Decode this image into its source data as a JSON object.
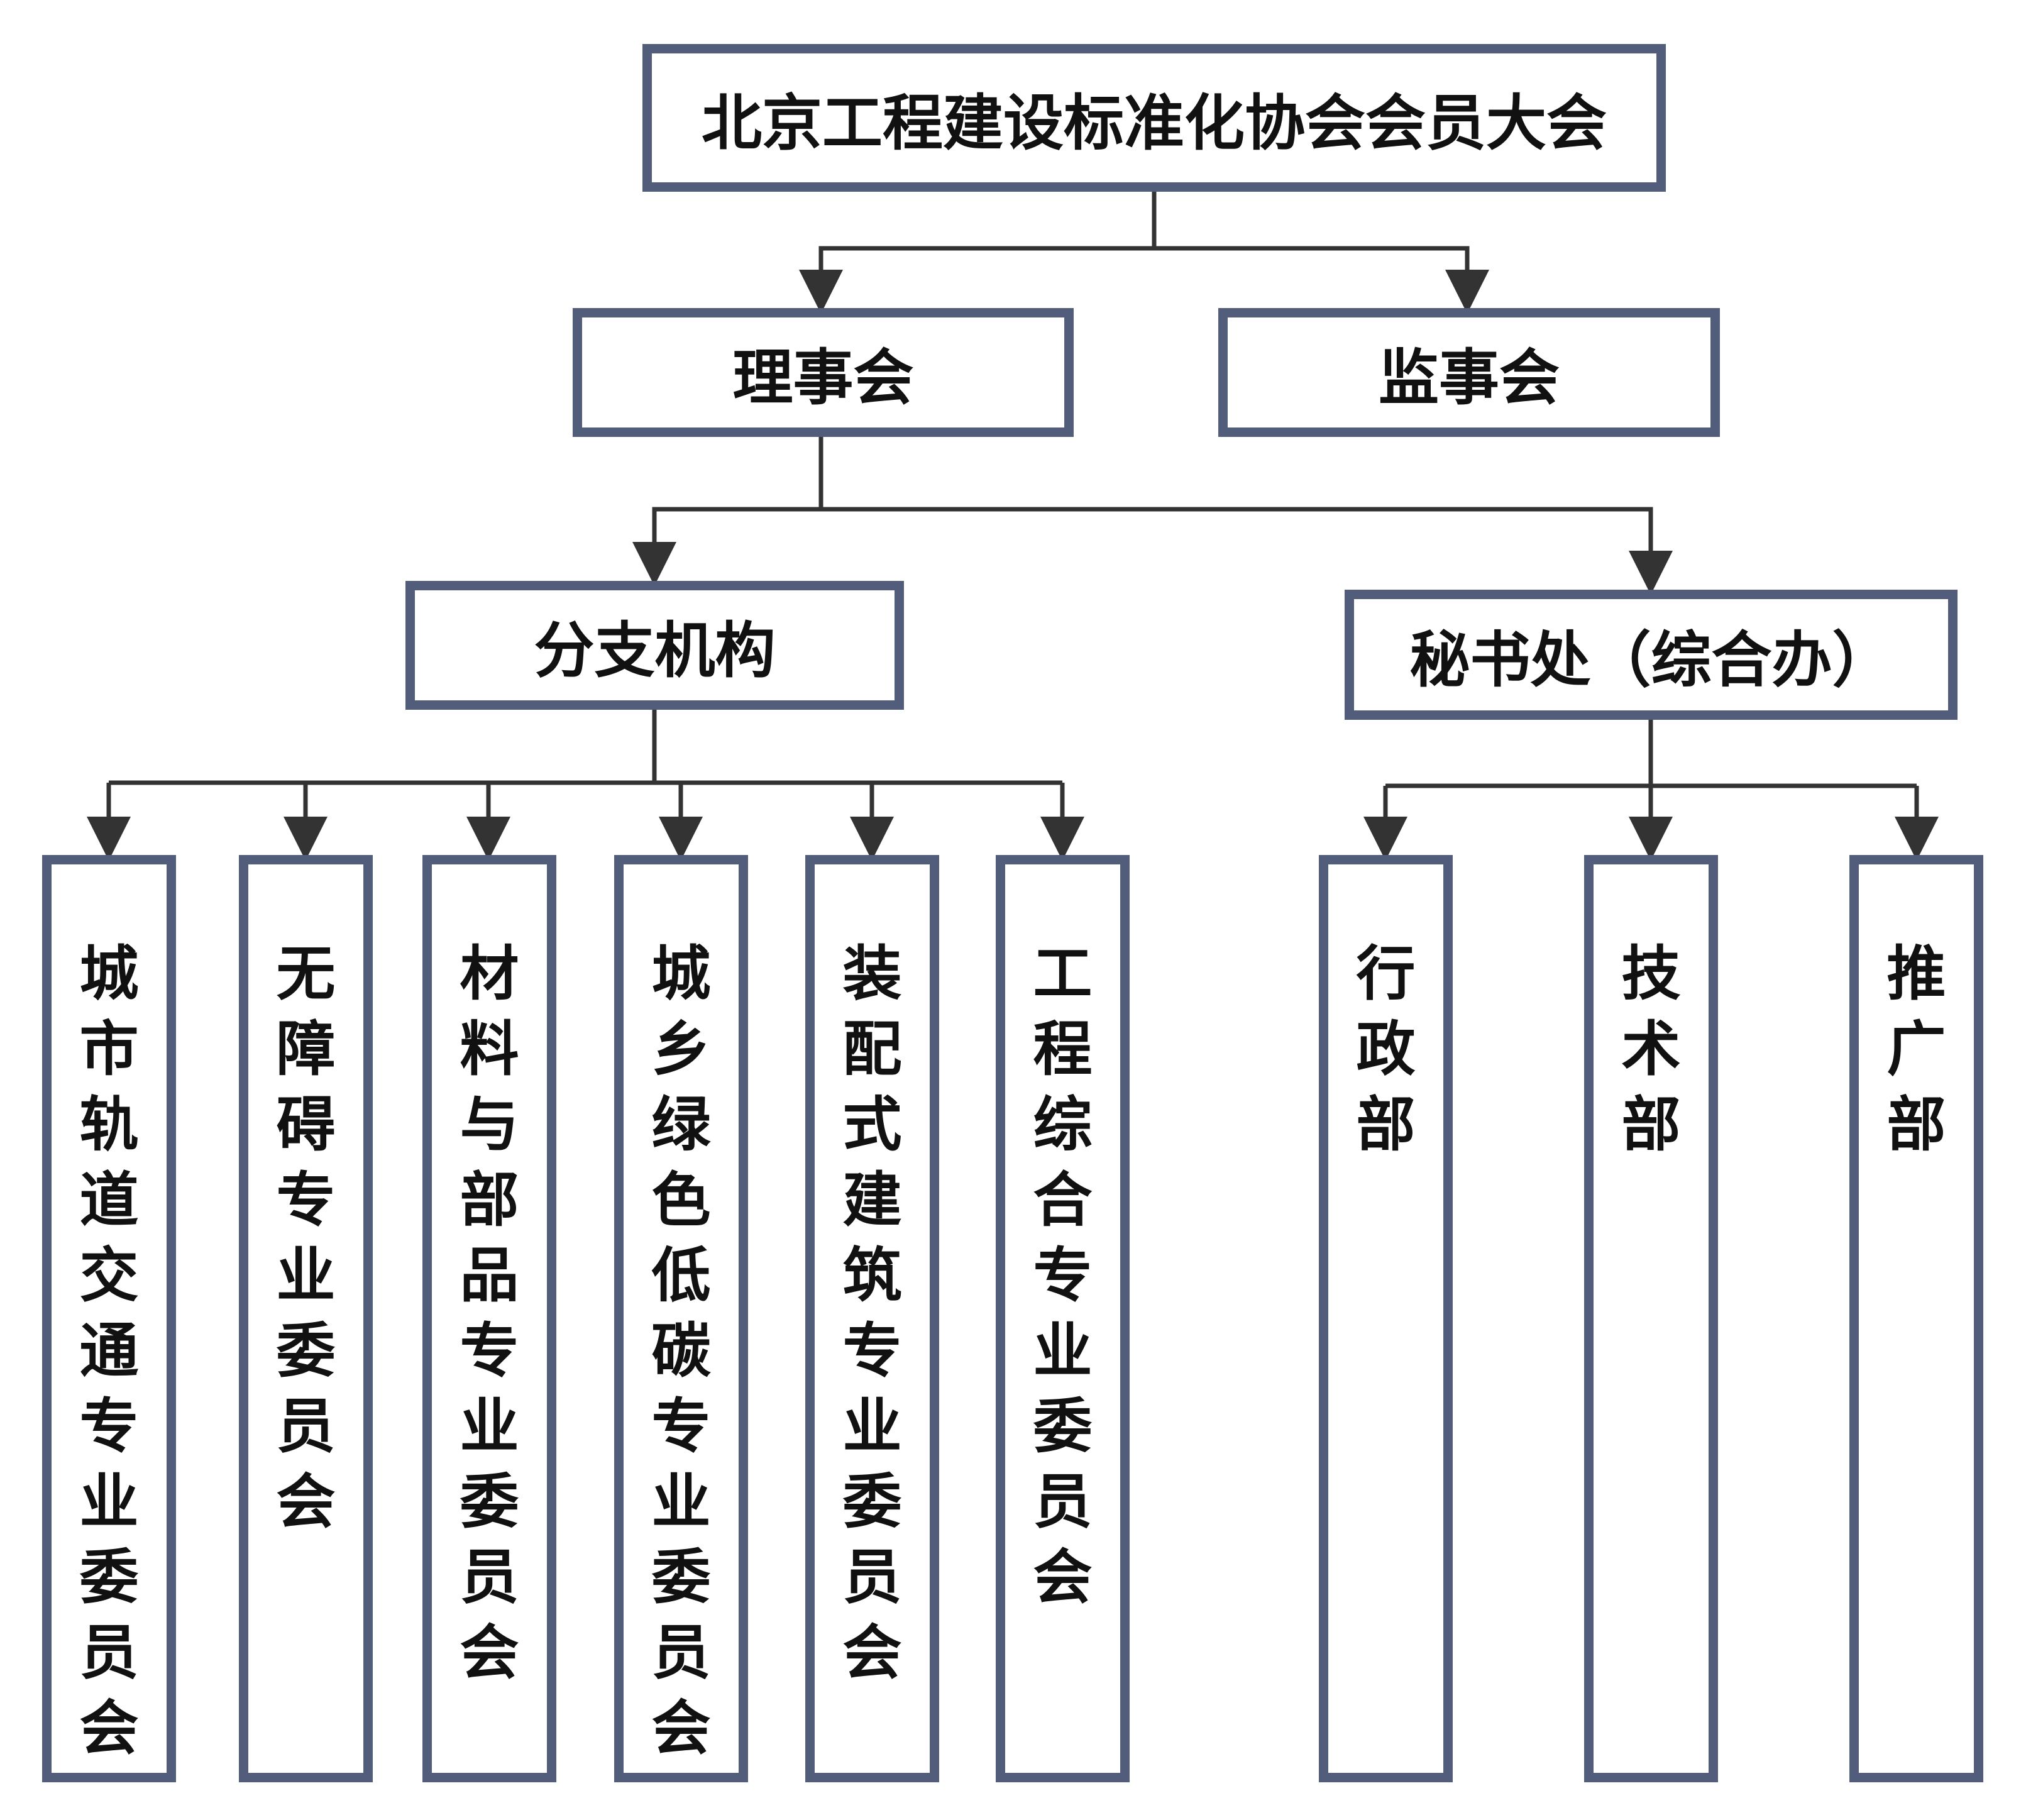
{
  "colors": {
    "border": "#525D7C",
    "connector": "#333333",
    "text": "#111111"
  },
  "nodes": {
    "assembly": "北京工程建设标准化协会会员大会",
    "council": "理事会",
    "supervisory": "监事会",
    "branches": "分支机构",
    "secretariat": "秘书处（综合办）",
    "committees": [
      "城市轨道交通专业委员会",
      "无障碍专业委员会",
      "材料与部品专业委员会",
      "城乡绿色低碳专业委员会",
      "装配式建筑专业委员会",
      "工程综合专业委员会"
    ],
    "departments": [
      "行政部",
      "技术部",
      "推广部"
    ]
  }
}
